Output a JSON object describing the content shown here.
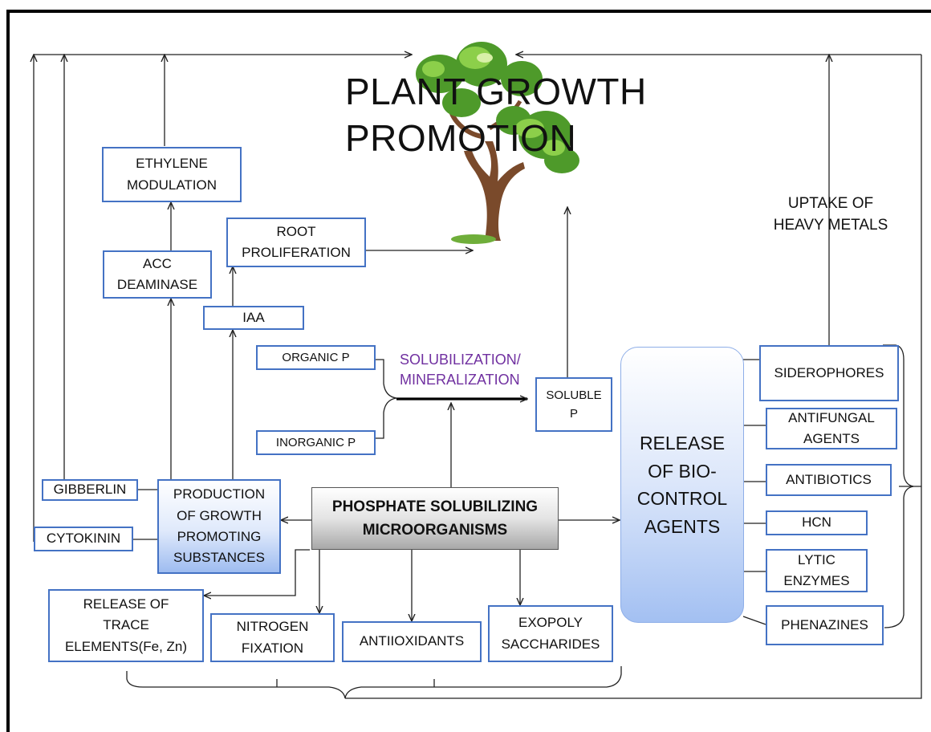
{
  "diagram": {
    "title": "PLANT GROWTH\nPROMOTION",
    "center": "PHOSPHATE SOLUBILIZING\nMICROORGANISMS",
    "growth_substances": "PRODUCTION\nOF GROWTH\nPROMOTING\nSUBSTANCES",
    "gibberelin": "GIBBERLIN",
    "cytokinin": "CYTOKININ",
    "iaa": "IAA",
    "acc_deaminase": "ACC\nDEAMINASE",
    "ethylene": "ETHYLENE\nMODULATION",
    "root": "ROOT\nPROLIFERATION",
    "organic_p": "ORGANIC P",
    "inorganic_p": "INORGANIC P",
    "solubilization": "SOLUBILIZATION/\nMINERALIZATION",
    "soluble_p": "SOLUBLE\nP",
    "biocontrol": "RELEASE\nOF BIO-\nCONTROL\nAGENTS",
    "uptake": "UPTAKE OF\nHEAVY METALS",
    "siderophores": "SIDEROPHORES",
    "antifungal": "ANTIFUNGAL\nAGENTS",
    "antibiotics": "ANTIBIOTICS",
    "hcn": "HCN",
    "lytic": "LYTIC\nENZYMES",
    "phenazines": "PHENAZINES",
    "trace": "RELEASE OF\nTRACE\nELEMENTS(Fe, Zn)",
    "nitrogen": "NITROGEN\nFIXATION",
    "antioxidants": "ANTIIOXIDANTS",
    "exopoly": "EXOPOLY\nSACCHARIDES"
  },
  "colors": {
    "box_border": "#4472c4",
    "solubilization_text": "#7030a0",
    "line": "#222222"
  }
}
